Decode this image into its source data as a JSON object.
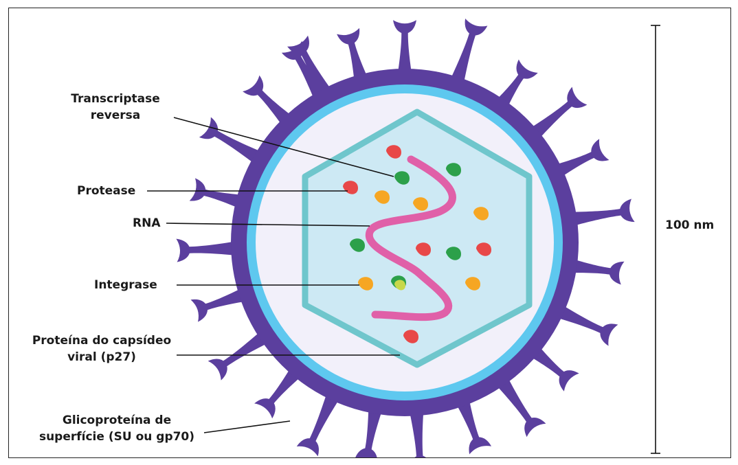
{
  "labels": {
    "reverse_transcriptase": [
      "Transcriptase",
      "reversa"
    ],
    "protease": "Protease",
    "rna": "RNA",
    "integrase": "Integrase",
    "capsid_protein": [
      "Proteína do capsídeo",
      "viral (p27)"
    ],
    "surface_glycoprotein": [
      "Glicoproteína de",
      "superfície (SU ou gp70)"
    ]
  },
  "scale_label": "100 nm",
  "colors": {
    "envelope": "#5b3f9e",
    "envelope_inner_ring": "#5ec8ef",
    "interior": "#f2f0fa",
    "capsid_fill": "#cde9f4",
    "capsid_stroke": "#6fc6cc",
    "rna": "#e060a8",
    "enzyme_red": "#e84848",
    "enzyme_green": "#2ca04a",
    "enzyme_orange": "#f6a623",
    "enzyme_yellow_green": "#c8d84a"
  }
}
